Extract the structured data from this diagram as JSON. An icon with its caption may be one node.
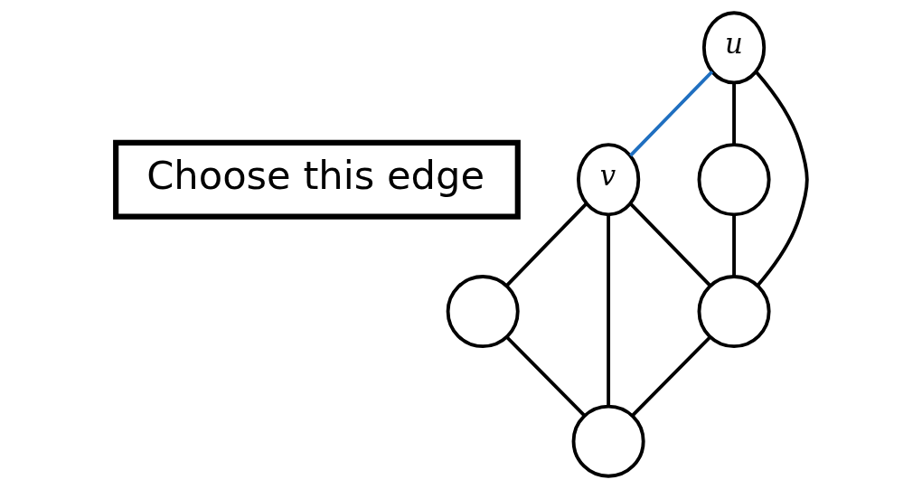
{
  "diagram": {
    "nodes": [
      {
        "text": [
          "Choose this edge"
        ]
      },
      {
        "text": [
          "v"
        ]
      },
      {
        "text": [],
        "shape": "circle"
      },
      {
        "text": [
          "u"
        ]
      },
      {
        "text": [],
        "shape": "circle"
      },
      {
        "text": [],
        "shape": "circle"
      },
      {
        "text": [],
        "shape": "circle"
      }
    ],
    "edges": [
      {
        "from": 3,
        "to": 1,
        "arrow": "none",
        "color": "#1f6fc0"
      },
      {
        "from": 1,
        "to": 2,
        "arrow": "none"
      },
      {
        "from": 1,
        "to": 6,
        "arrow": "none"
      },
      {
        "from": 1,
        "to": 4,
        "arrow": "none"
      },
      {
        "from": 2,
        "to": 4,
        "arrow": "none"
      },
      {
        "from": 3,
        "to": 6,
        "arrow": "none"
      },
      {
        "from": 3,
        "to": 5,
        "arrow": "none"
      },
      {
        "from": 5,
        "to": 6,
        "arrow": "none"
      },
      {
        "from": 6,
        "to": 4,
        "arrow": "none"
      }
    ]
  }
}
